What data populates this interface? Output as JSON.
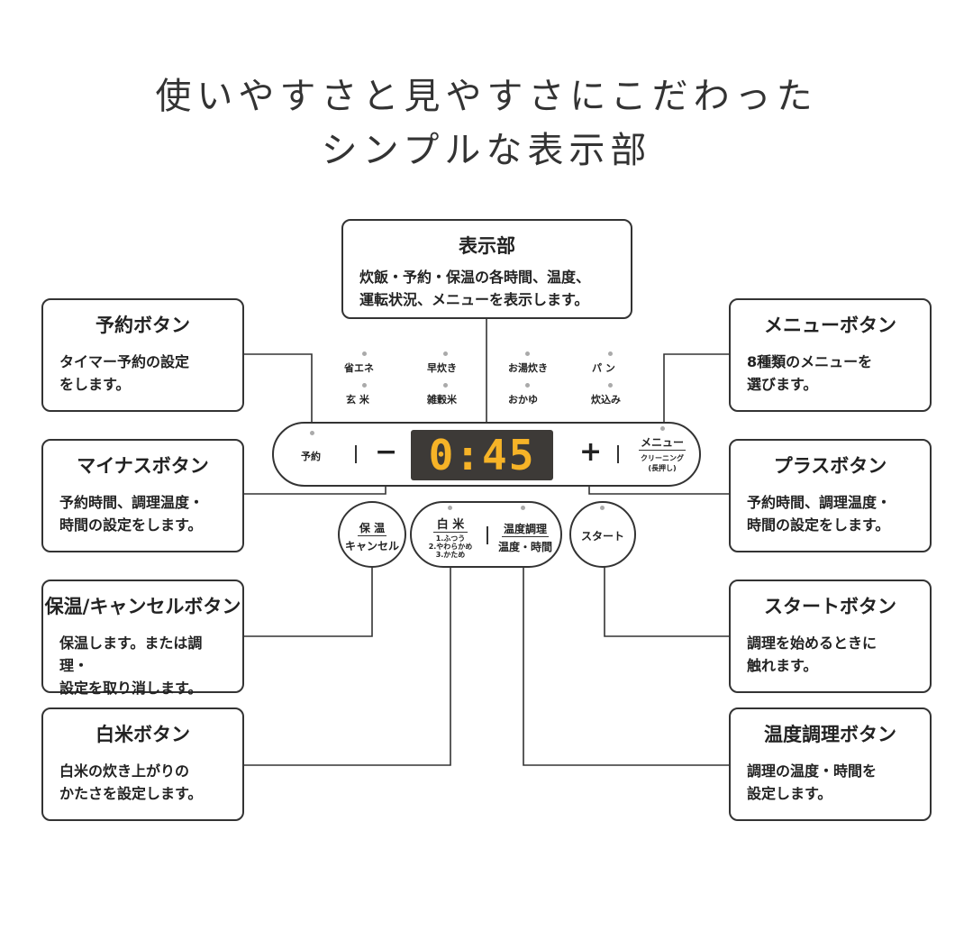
{
  "title_lines": [
    "使いやすさと見やすさにこだわった",
    "シンプルな表示部"
  ],
  "callouts": {
    "display": {
      "title": "表示部",
      "desc": "炊飯・予約・保温の各時間、温度、\n運転状況、メニューを表示します。"
    },
    "timer": {
      "title": "予約ボタン",
      "desc": "タイマー予約の設定\nをします。"
    },
    "minus": {
      "title": "マイナスボタン",
      "desc": "予約時間、調理温度・\n時間の設定をします。"
    },
    "keepwarm": {
      "title": "保温/キャンセルボタン",
      "desc": "保温します。または調理・\n設定を取り消します。"
    },
    "white_rice": {
      "title": "白米ボタン",
      "desc": "白米の炊き上がりの\nかたさを設定します。"
    },
    "menu": {
      "title": "メニューボタン",
      "desc": "8種類のメニューを\n選びます。"
    },
    "plus": {
      "title": "プラスボタン",
      "desc": "予約時間、調理温度・\n時間の設定をします。"
    },
    "start": {
      "title": "スタートボタン",
      "desc": "調理を始めるときに\n触れます。"
    },
    "temp_cook": {
      "title": "温度調理ボタン",
      "desc": "調理の温度・時間を\n設定します。"
    }
  },
  "panel": {
    "menu_row1": [
      "省エネ",
      "早炊き",
      "お湯炊き",
      "パ ン"
    ],
    "menu_row2": [
      "玄 米",
      "雑穀米",
      "おかゆ",
      "炊込み"
    ],
    "timer_label": "予約",
    "minus_symbol": "−",
    "plus_symbol": "+",
    "display_value": "0:45",
    "menu_label": "メニュー",
    "cleaning_label": "クリーニング",
    "longpress_label": "(長押し)",
    "keepwarm_top": "保 温",
    "keepwarm_bottom": "キャンセル",
    "rice_label": "白 米",
    "rice_options": [
      "1.ふつう",
      "2.やわらかめ",
      "3.かため"
    ],
    "temp_top": "温度調理",
    "temp_bottom": "温度・時間",
    "start_label": "スタート"
  },
  "colors": {
    "lcd_bg": "#3d3a37",
    "lcd_digits": "#f6b327",
    "outline": "#333333"
  }
}
